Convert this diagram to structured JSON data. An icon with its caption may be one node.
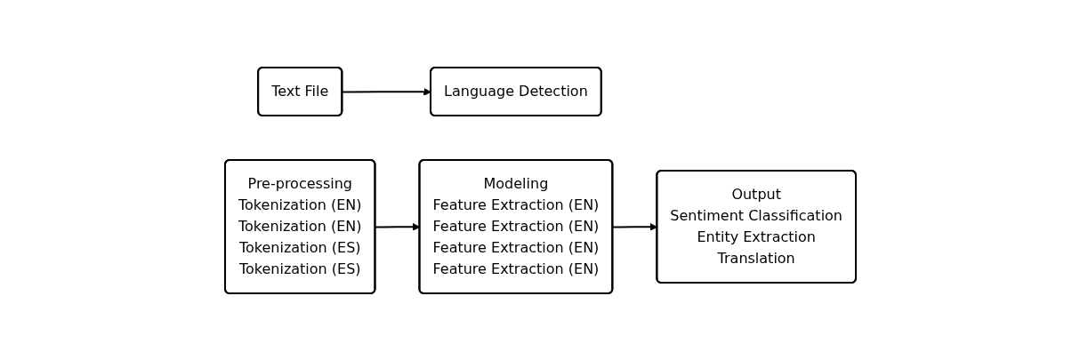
{
  "diagram": {
    "nodes": [
      {
        "text": [
          "Text File"
        ]
      },
      {
        "text": [
          "Language Detection"
        ]
      },
      {
        "text": [
          "Pre-processing",
          "Tokenization (EN)",
          "Tokenization (EN)",
          "Tokenization (ES)",
          "Tokenization (ES)"
        ]
      },
      {
        "text": [
          "Modeling",
          "Feature Extraction (EN)",
          "Feature Extraction (EN)",
          "Feature Extraction (EN)",
          "Feature Extraction (EN)"
        ]
      },
      {
        "text": [
          "Output",
          "Sentiment Classification",
          "Entity Extraction",
          "Translation"
        ]
      }
    ],
    "edges": [
      {
        "from": 0,
        "to": 1,
        "arrow": "to"
      },
      {
        "from": 2,
        "to": 3,
        "arrow": "to"
      },
      {
        "from": 3,
        "to": 4,
        "arrow": "to"
      }
    ]
  }
}
